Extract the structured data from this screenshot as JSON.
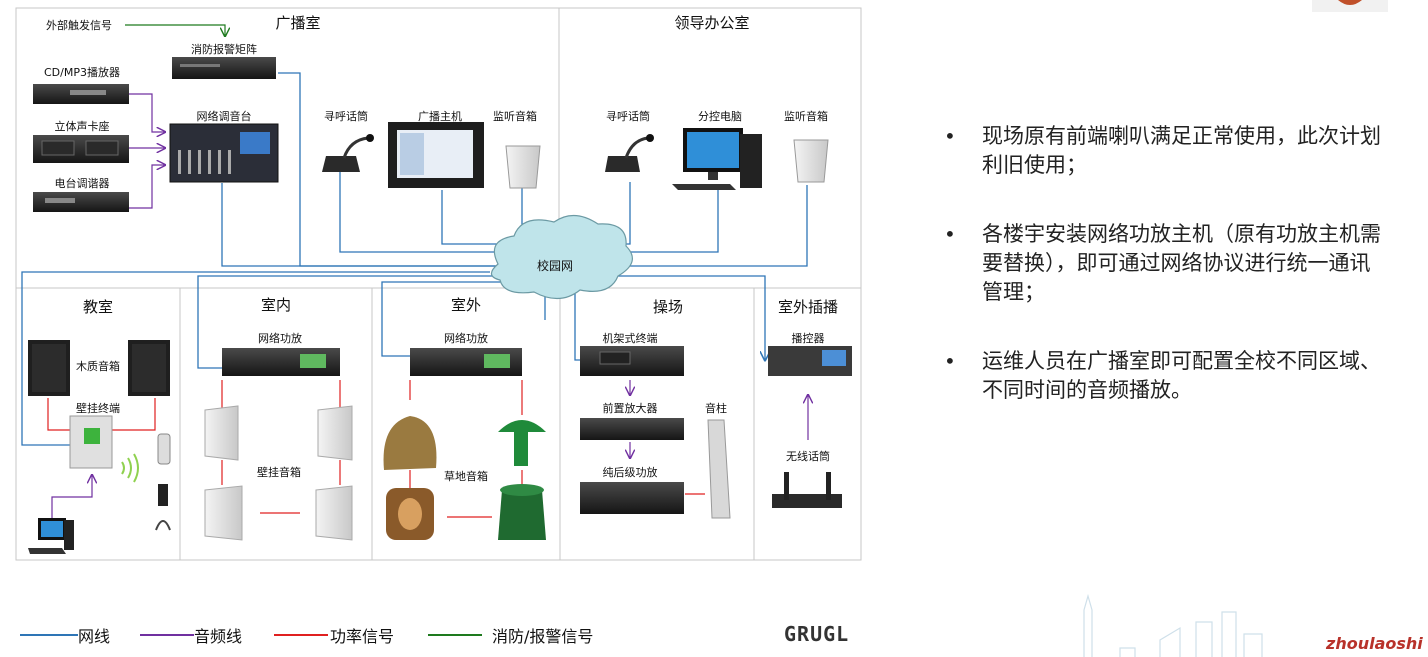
{
  "diagram": {
    "zones": {
      "broadcast_room": "广播室",
      "leader_office": "领导办公室",
      "classroom": "教室",
      "indoor": "室内",
      "outdoor": "室外",
      "playground": "操场",
      "outdoor_plugin": "室外插播"
    },
    "devices": {
      "external_trigger": "外部触发信号",
      "fire_matrix": "消防报警矩阵",
      "cd_player": "CD/MP3播放器",
      "cassette": "立体声卡座",
      "tuner": "电台调谐器",
      "mixer": "网络调音台",
      "paging_mic_1": "寻呼话筒",
      "main_host": "广播主机",
      "monitor_speaker_1": "监听音箱",
      "paging_mic_2": "寻呼话筒",
      "control_pc": "分控电脑",
      "monitor_speaker_2": "监听音箱",
      "campus_network": "校园网",
      "wood_speaker": "木质音箱",
      "wall_terminal": "壁挂终端",
      "indoor_amp": "网络功放",
      "wall_speaker": "壁挂音箱",
      "outdoor_amp": "网络功放",
      "lawn_speaker": "草地音箱",
      "rack_terminal": "机架式终端",
      "preamp": "前置放大器",
      "power_amp": "纯后级功放",
      "column_speaker": "音柱",
      "controller": "播控器",
      "wireless_mic": "无线话筒"
    }
  },
  "legend": [
    {
      "label": "网线",
      "color": "#2e75b6"
    },
    {
      "label": "音频线",
      "color": "#7030a0"
    },
    {
      "label": "功率信号",
      "color": "#e02020"
    },
    {
      "label": "消防/报警信号",
      "color": "#1e7a1e"
    }
  ],
  "brand": "GRUGL",
  "bullets": [
    "现场原有前端喇叭满足正常使用，此次计划利旧使用；",
    "各楼宇安装网络功放主机（原有功放主机需要替换），即可通过网络协议进行统一通讯管理；",
    "运维人员在广播室即可配置全校不同区域、不同时间的音频播放。"
  ],
  "watermark": "zhoulaoshi"
}
